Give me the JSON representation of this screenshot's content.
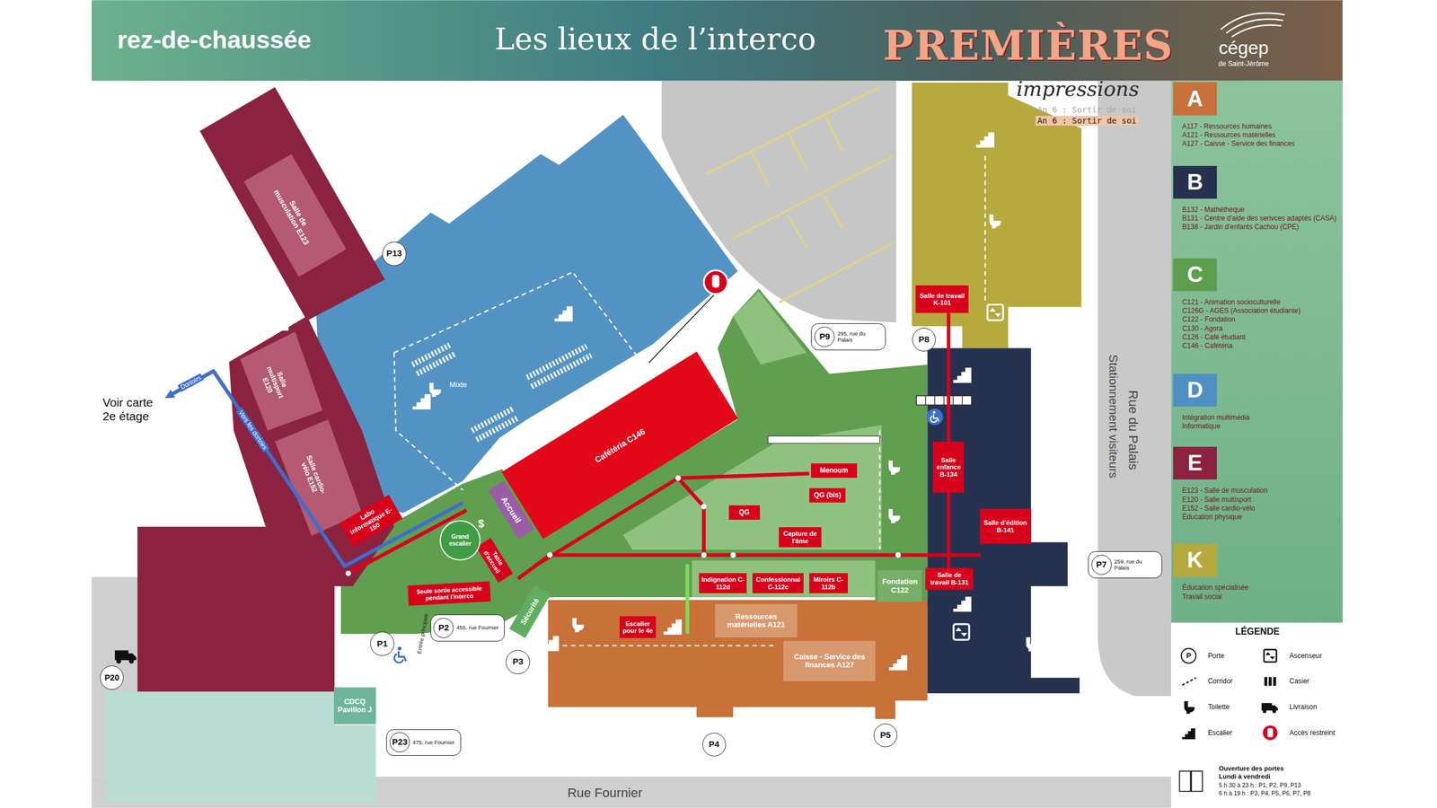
{
  "diagram": {
    "title": "Les lieux de l’interco",
    "nodes": [
      {
        "text": [
          "Salle de musculation E123"
        ]
      },
      {
        "text": [
          "Salle multisport E120"
        ]
      },
      {
        "text": [
          "Salle cardio-vélo E152"
        ]
      },
      {
        "text": [
          "Labo informatique E-150"
        ]
      },
      {
        "text": [
          "Cafétéria C146"
        ]
      },
      {
        "text": [
          "Accueil"
        ]
      },
      {
        "text": [
          "Table d'accueil"
        ]
      },
      {
        "text": [
          "Grand escalier"
        ]
      },
      {
        "text": [
          "Seule sortie accessible pendant l'interco"
        ]
      },
      {
        "text": [
          "Sécurité"
        ]
      },
      {
        "text": [
          "Menoum"
        ]
      },
      {
        "text": [
          "QG (bis)"
        ]
      },
      {
        "text": [
          "QG"
        ]
      },
      {
        "text": [
          "Capture de l'âme"
        ]
      },
      {
        "text": [
          "Indignation C-112d"
        ]
      },
      {
        "text": [
          "Confessionnal C-112c"
        ]
      },
      {
        "text": [
          "Miroirs C-112b"
        ]
      },
      {
        "text": [
          "Fondation C122"
        ]
      },
      {
        "text": [
          "Escalier pour le 4e"
        ]
      },
      {
        "text": [
          "Ressources matérielles A121"
        ]
      },
      {
        "text": [
          "Caisse - Service des finances A127"
        ]
      },
      {
        "text": [
          "Salle de travail K-101"
        ]
      },
      {
        "text": [
          "Salle enfance B-134"
        ]
      },
      {
        "text": [
          "Salle d'édition B-141"
        ]
      },
      {
        "text": [
          "Salle de travail B-131"
        ]
      },
      {
        "text": [
          "CDCQ Pavillon J"
        ]
      },
      {
        "text": [
          "P13"
        ]
      },
      {
        "text": [
          "P9",
          "295, rue du Palais"
        ]
      },
      {
        "text": [
          "P8"
        ]
      },
      {
        "text": [
          "P7",
          "259, rue du Palais"
        ]
      },
      {
        "text": [
          "P1"
        ]
      },
      {
        "text": [
          "P2",
          "455, rue Fournier"
        ]
      },
      {
        "text": [
          "P3"
        ]
      },
      {
        "text": [
          "P4"
        ]
      },
      {
        "text": [
          "P5"
        ]
      },
      {
        "text": [
          "P20"
        ]
      },
      {
        "text": [
          "P23",
          "475, rue Fournier"
        ]
      },
      {
        "text": [
          "A",
          "A117 - Ressources humaines",
          "A121 - Ressources matérielles",
          "A127 - Caisse - Service des finances"
        ]
      },
      {
        "text": [
          "B",
          "B132 - Mathéthèque",
          "B131 - Centre d'aide des serivces adaptés (CASA)",
          "B138 - Jardin d'enfants Cachou (CPE)"
        ]
      },
      {
        "text": [
          "C",
          "C121 - Animation socioculturelle",
          "C126G - AGES (Association étudiante)",
          "C122 - Fondation",
          "C130 - Agora",
          "C126 - Café étudiant",
          "C146 - Cafétéria"
        ]
      },
      {
        "text": [
          "D",
          "Intégration multimédia",
          "Informatique"
        ]
      },
      {
        "text": [
          "E",
          "E123 - Salle de musculation",
          "E120 - Salle multisport",
          "E152 - Salle cardio-vélo",
          "Éducation physique"
        ]
      },
      {
        "text": [
          "K",
          "Éducation spécialisée",
          "Travail social"
        ]
      }
    ],
    "edges": [
      {
        "from": 21,
        "to": 22,
        "arrow": "none"
      },
      {
        "from": 22,
        "to": 24,
        "arrow": "none"
      }
    ],
    "labels": [
      "rez-de-chaussée",
      "PREMIÈRES",
      "impressions",
      "An 6 : Sortir de soi",
      "An 6 : Sortir de soi",
      "cégep",
      "de Saint-Jérôme",
      "Voir carte 2e étage",
      "Dortoirs",
      "Vers les dortoirs",
      "Mixte",
      "$",
      "Entrée principale",
      "Rue Fournier",
      "Rue du Palais",
      "Stationnement visiteurs",
      "LÉGENDE",
      "P",
      "Ouverture des portes",
      "Lundi à vendredi",
      "5 h 30 à 23 h : P1, P2, P9, P13",
      "6 h à 19 h : P3, P4, P5, P6, P7, P8"
    ],
    "legend": [
      {
        "text": "Porte"
      },
      {
        "text": "Ascenseur"
      },
      {
        "text": "Corridor"
      },
      {
        "text": "Casier"
      },
      {
        "text": "Toilette"
      },
      {
        "text": "Livraison"
      },
      {
        "text": "Escalier"
      },
      {
        "text": "Accès restreint"
      }
    ]
  }
}
